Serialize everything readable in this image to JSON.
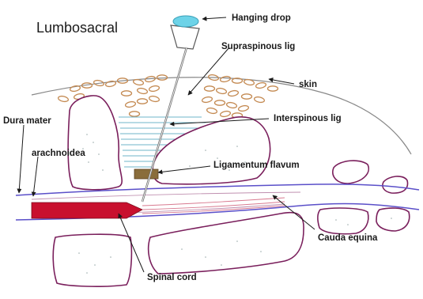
{
  "title": "Lumbosacral",
  "labels": {
    "hanging_drop": "Hanging drop",
    "supraspinous_lig": "Supraspinous lig",
    "skin": "skin",
    "dura_mater": "Dura mater",
    "interspinous_lig": "Interspinous lig",
    "arachnoidea": "arachnoidea",
    "ligamentum_flavum": "Ligamentum flavum",
    "cauda_equina": "Cauda equina",
    "spinal_cord": "Spinal cord"
  },
  "colors": {
    "bone_outline": "#7a1f5c",
    "dura_line": "#5a4fc9",
    "spinal_cord": "#c8102e",
    "fat_cells": "#c48a52",
    "interspinous_hatch": "#6fb5c9",
    "hanging_drop": "#6dd3e8",
    "ligamentum_flavum": "#7a5a2e"
  }
}
